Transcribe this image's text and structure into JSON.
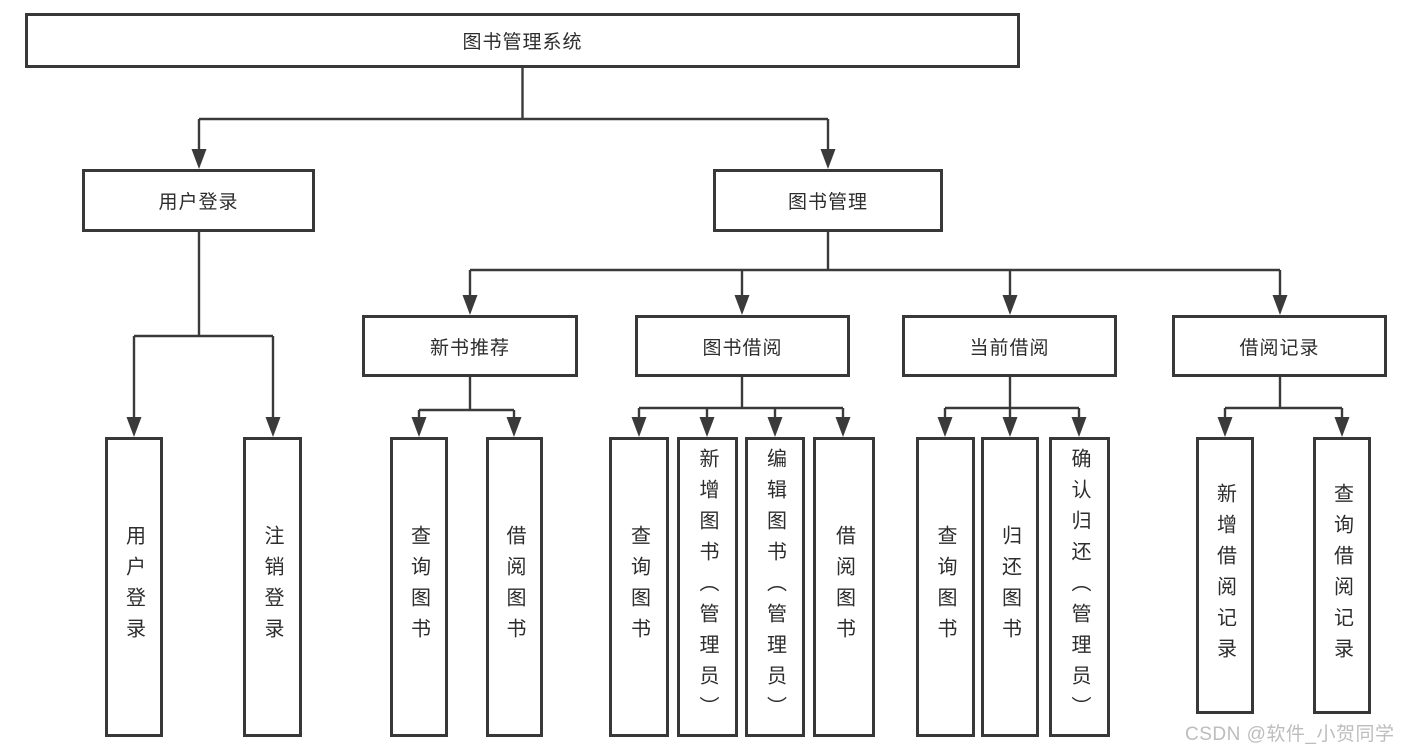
{
  "title": "图书管理系统",
  "level2": {
    "user_login": "用户登录",
    "book_manage": "图书管理"
  },
  "level3": {
    "new_book": "新书推荐",
    "book_borrow": "图书借阅",
    "current_borrow": "当前借阅",
    "borrow_record": "借阅记录"
  },
  "leaves": {
    "user_login": "用户登录",
    "logout": "注销登录",
    "nb_query": "查询图书",
    "nb_borrow": "借阅图书",
    "bb_query": "查询图书",
    "bb_add": "新增图书（管理员）",
    "bb_edit": "编辑图书（管理员）",
    "bb_borrow": "借阅图书",
    "cb_query": "查询图书",
    "cb_return": "归还图书",
    "cb_confirm": "确认归还（管理员）",
    "br_add": "新增借阅记录",
    "br_query": "查询借阅记录"
  },
  "watermark": "CSDN @软件_小贺同学",
  "colors": {
    "line": "#3a3a3a",
    "border": "#383838",
    "text": "#2d2d2d",
    "watermark": "#bdbdbd",
    "background": "#ffffff"
  }
}
